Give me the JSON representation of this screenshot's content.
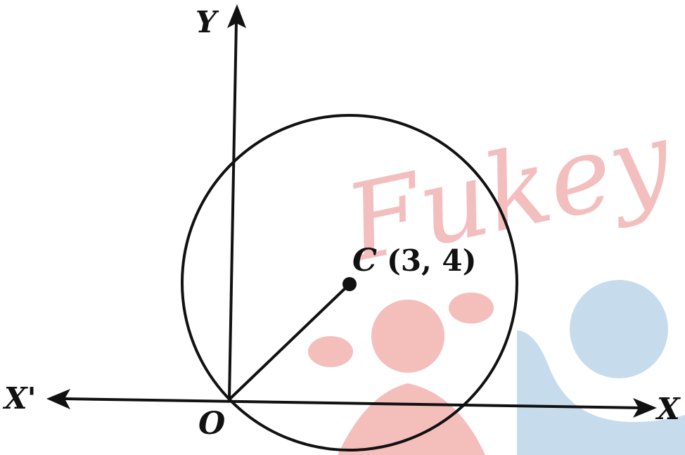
{
  "diagram": {
    "labels": {
      "y_axis": "Y",
      "x_axis_positive": "X",
      "x_axis_negative": "X'",
      "origin": "O",
      "center": "C",
      "center_coords": "(3, 4)"
    },
    "watermark": {
      "text": "Fukey",
      "text_color": "#f0a9a9",
      "figure_color": "#f3b7b2",
      "accent_color": "#bcd6ea"
    },
    "colors": {
      "ink": "#111111",
      "background": "#ffffff"
    }
  }
}
